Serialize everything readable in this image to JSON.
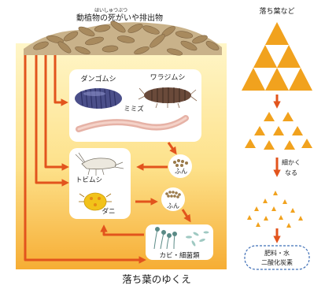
{
  "top_caption": "動植物の死がいや排出物",
  "top_ruby": "はいしゅつぶつ",
  "organisms": {
    "pillbug": "ダンゴムシ",
    "woodlouse": "ワラジムシ",
    "earthworm": "ミミズ",
    "springtail": "トビムシ",
    "mite": "ダニ",
    "fungi": "カビ・細菌類"
  },
  "feces_label_1": "ふん",
  "feces_label_2": "ふん",
  "figure_title": "落ち葉のゆくえ",
  "right": {
    "top_label": "落ち葉など",
    "step_label_1": "細かく",
    "step_label_2": "なる",
    "bottom_box_1": "肥料・水",
    "bottom_box_2": "二酸化炭素"
  },
  "colors": {
    "arrow": "#e2541d",
    "triangle": "#f1a21e",
    "panel_top": "#fde9a6",
    "panel_bottom": "#f5b33a",
    "box_border": "#3f6fb6"
  }
}
